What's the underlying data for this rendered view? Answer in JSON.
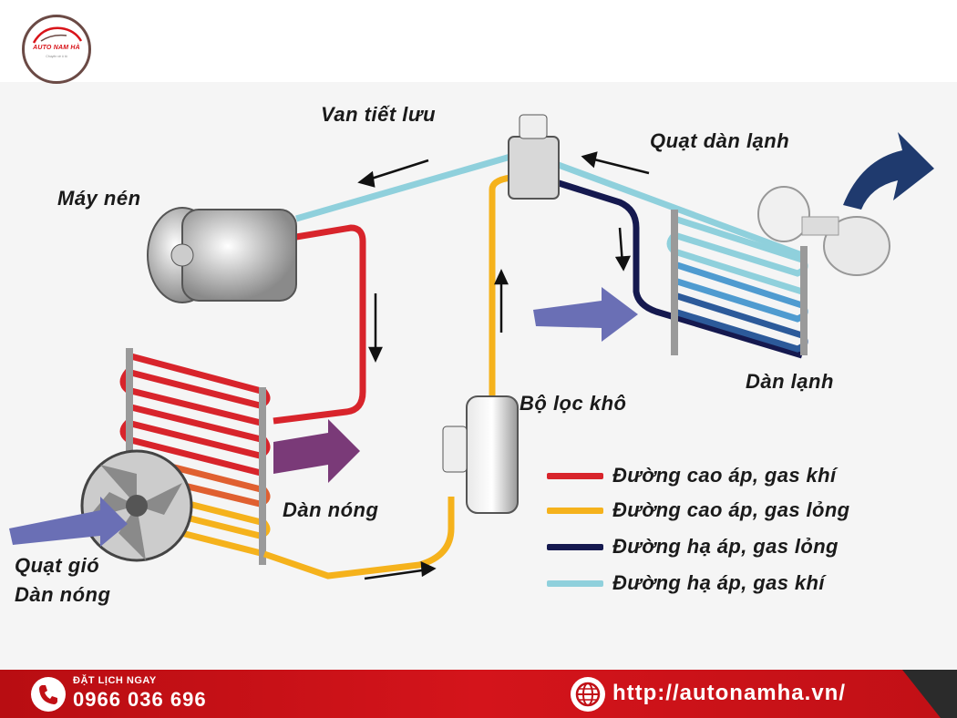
{
  "logo": {
    "brand": "AUTO NAM HÀ",
    "tagline": "Chuyên về ô tô"
  },
  "labels": {
    "van_tiet_luu": "Van tiết lưu",
    "quat_dan_lanh": "Quạt dàn lạnh",
    "may_nen": "Máy nén",
    "bo_loc_kho": "Bộ lọc khô",
    "dan_lanh": "Dàn lạnh",
    "dan_nong": "Dàn nóng",
    "quat_gio_1": "Quạt gió",
    "quat_gio_2": "Dàn nóng"
  },
  "legend": [
    {
      "label": "Đường cao áp, gas khí",
      "color": "#d8242b"
    },
    {
      "label": "Đường cao áp, gas lỏng",
      "color": "#f5b21c"
    },
    {
      "label": "Đường hạ áp, gas lỏng",
      "color": "#15194f"
    },
    {
      "label": "Đường hạ áp, gas khí",
      "color": "#8fd0dc"
    }
  ],
  "footer": {
    "book_label": "ĐẶT LỊCH NGAY",
    "phone": "0966 036 696",
    "website": "http://autonamha.vn/"
  },
  "colors": {
    "footer_red": "#d4141b",
    "air_arrow": "#6a6fb5",
    "hot_arrow": "#7a3a78",
    "cold_arrow": "#1f3a6e"
  },
  "icons": [
    "phone-icon",
    "globe-icon",
    "car-logo-icon"
  ]
}
